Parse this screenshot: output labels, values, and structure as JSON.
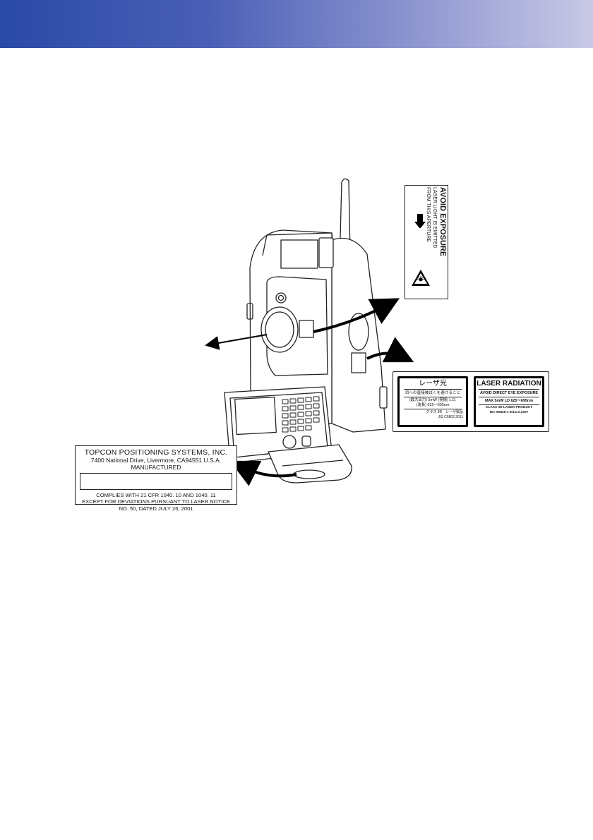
{
  "labels": {
    "aperture": {
      "heading": "AVOID EXPOSURE",
      "line1": "LASER LIGHT IS EMITTED",
      "line2": "FROM THIS APERTURE"
    },
    "japanese": {
      "title": "レーザ光",
      "warning": "目への直接被ばくを避けること",
      "spec1": "(最大出力) 5mW (発振) L.D.",
      "spec2": "(波長) 625～695nm",
      "class_line": "クラス 3R　レーザ製品",
      "standard": "JIS C6802:2011"
    },
    "english": {
      "title": "LASER RADIATION",
      "warning": "AVOID DIRECT EYE EXPOSURE",
      "spec": "MAX 5mW  LD 625～695nm",
      "class_line": "CLASS 3R   LASER PRODUCT",
      "standard": "IEC 60825-1 Ed.2.0:2007"
    },
    "us": {
      "company": "TOPCON POSITIONING SYSTEMS, INC.",
      "address": "7400 National Drive, Livermore, CA94551 U.S.A.",
      "manufactured": "MANUFACTURED",
      "compliance1": "COMPLIES WITH 21 CFR 1040. 10 AND 1040. 11",
      "compliance2": "EXCEPT FOR DEVIATIONS PURSUANT TO LASER NOTICE",
      "compliance3": "NO. 50, DATED JULY 26, 2001"
    }
  },
  "colors": {
    "header_start": "#2a4aa6",
    "header_end": "#c9c9e6"
  }
}
